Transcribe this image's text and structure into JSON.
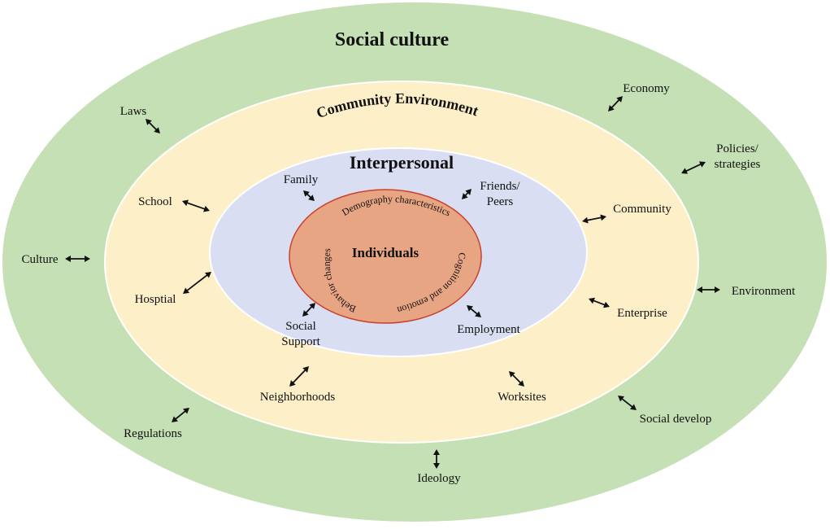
{
  "colors": {
    "social_culture_ring": "#c5e0b4",
    "community_ring": "#fdefc7",
    "interpersonal_ring": "#d9def2",
    "individuals_core": "#e8a583",
    "core_border": "#c9412b",
    "ring_border": "#ffffff",
    "arrow": "#111111"
  },
  "social_culture": {
    "title": "Social culture",
    "factors": {
      "laws": "Laws",
      "economy": "Economy",
      "policies_line1": "Policies/",
      "policies_line2": "strategies",
      "culture": "Culture",
      "environment": "Environment",
      "regulations": "Regulations",
      "ideology": "Ideology",
      "social_develop": "Social develop"
    }
  },
  "community_environment": {
    "title": "Community Environment",
    "factors": {
      "school": "School",
      "hosptial": "Hosptial",
      "community": "Community",
      "enterprise": "Enterprise",
      "neighborhoods": "Neighborhoods",
      "worksites": "Worksites"
    }
  },
  "interpersonal": {
    "title": "Interpersonal",
    "factors": {
      "family": "Family",
      "friends_line1": "Friends/",
      "friends_line2": "Peers",
      "social_support_line1": "Social",
      "social_support_line2": "Support",
      "employment": "Employment"
    }
  },
  "individuals": {
    "title": "Individuals",
    "arc_labels": {
      "demography": "Demography characteristics",
      "cognition": "Cognition and emotion",
      "behavior": "Behavior changes"
    }
  },
  "icons": {
    "arrow": "double-headed-arrow-icon"
  }
}
